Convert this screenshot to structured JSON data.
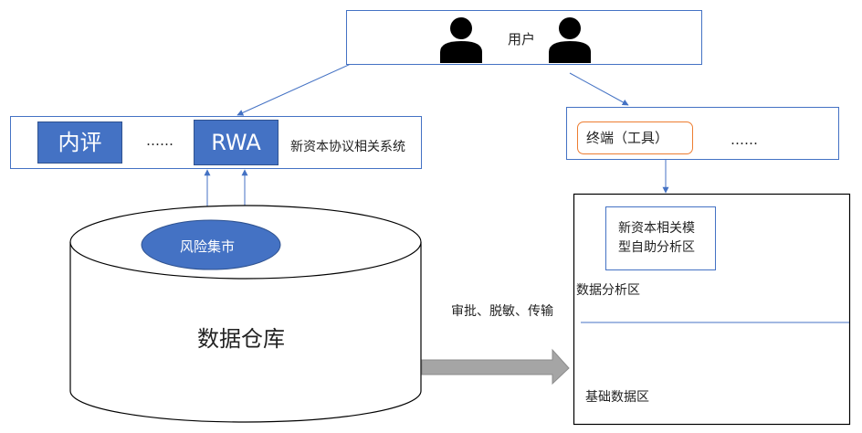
{
  "users_panel": {
    "label": "用户",
    "icons": [
      "user-icon",
      "user-icon"
    ]
  },
  "system_panel": {
    "items": [
      "内评",
      "RWA"
    ],
    "ellipsis": "……",
    "caption": "新资本协议相关系统"
  },
  "terminal_panel": {
    "terminal_label": "终端（工具）",
    "ellipsis": "……"
  },
  "warehouse": {
    "title": "数据仓库",
    "mart_label": "风险集市"
  },
  "transfer": {
    "label": "审批、脱敏、传输"
  },
  "analysis_area": {
    "model_zone_line1": "新资本相关模",
    "model_zone_line2": "型自助分析区",
    "analysis_label": "数据分析区",
    "base_label": "基础数据区"
  },
  "colors": {
    "primary_blue": "#4472c4",
    "accent_orange": "#ed7d31",
    "arrow_gray": "#a5a5a5"
  }
}
